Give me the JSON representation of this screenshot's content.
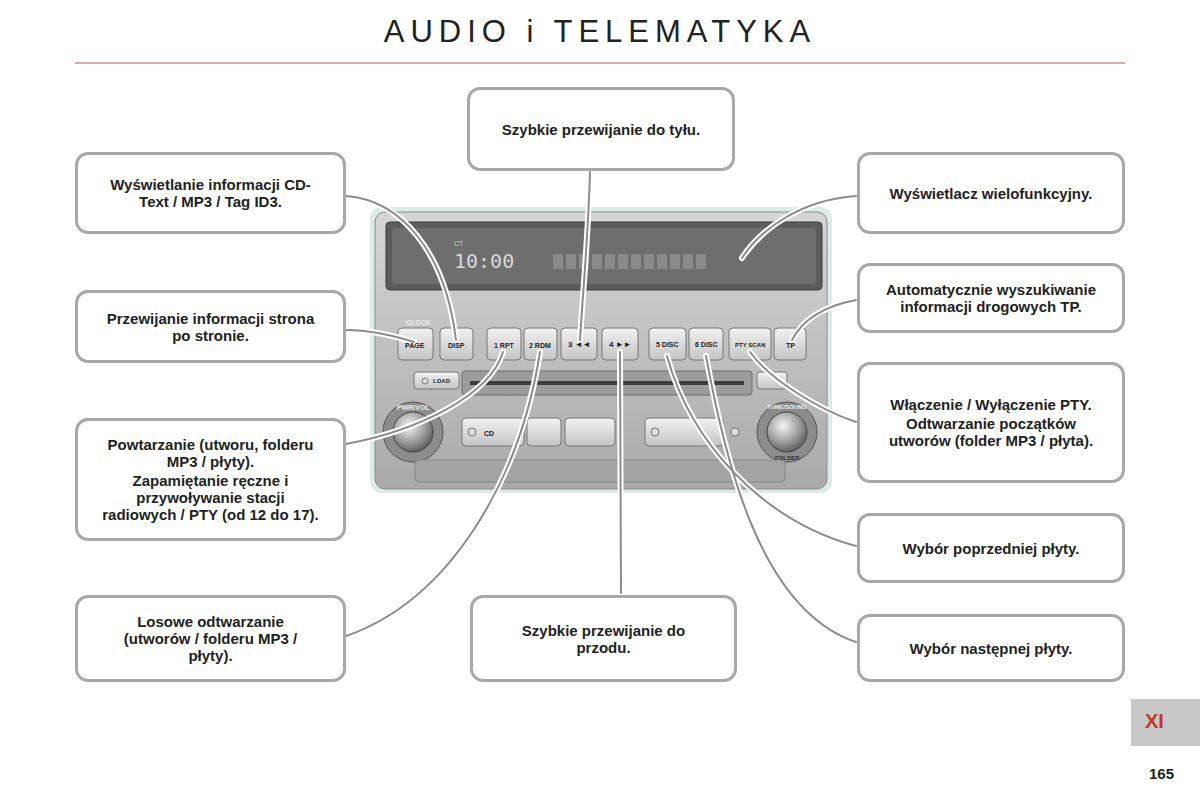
{
  "diagram": {
    "title": "AUDIO i TELEMATYKA",
    "nodes": [
      {
        "text": [
          "Szybkie przewijanie do tyłu."
        ]
      },
      {
        "text": [
          "Wyświetlanie informacji CD-Text / MP3 / Tag ID3."
        ]
      },
      {
        "text": [
          "Wyświetlacz wielofunkcyjny."
        ]
      },
      {
        "text": [
          "Automatycznie wyszukiwanie informacji drogowych TP."
        ]
      },
      {
        "text": [
          "Przewijanie informacji strona po stronie."
        ]
      },
      {
        "text": [
          "Powtarzanie (utworu, folderu MP3 / płyty).",
          "Zapamiętanie ręczne i przywoływanie stacji radiowych / PTY (od 12 do 17)."
        ]
      },
      {
        "text": [
          "Włączenie / Wyłączenie PTY.",
          "Odtwarzanie początków utworów (folder MP3 / płyta)."
        ]
      },
      {
        "text": [
          "Wybór poprzedniej płyty."
        ]
      },
      {
        "text": [
          "Losowe odtwarzanie (utworów / folderu MP3 / płyty)."
        ]
      },
      {
        "text": [
          "Szybkie przewijanie do przodu."
        ]
      },
      {
        "text": [
          "Wybór następnej płyty."
        ]
      }
    ],
    "labels": [
      "XI",
      "165",
      "CT",
      "10:00",
      "CLOCK",
      "PAGE",
      "DISP",
      "1 RPT",
      "2 RDM",
      "3 ◄◄",
      "4 ►►",
      "5 DISC",
      "6 DISC",
      "PTY SCAN",
      "TP",
      "LOAD",
      "PWR/VOL",
      "CD",
      "TUNE/SOUND",
      "FOLDER"
    ]
  }
}
